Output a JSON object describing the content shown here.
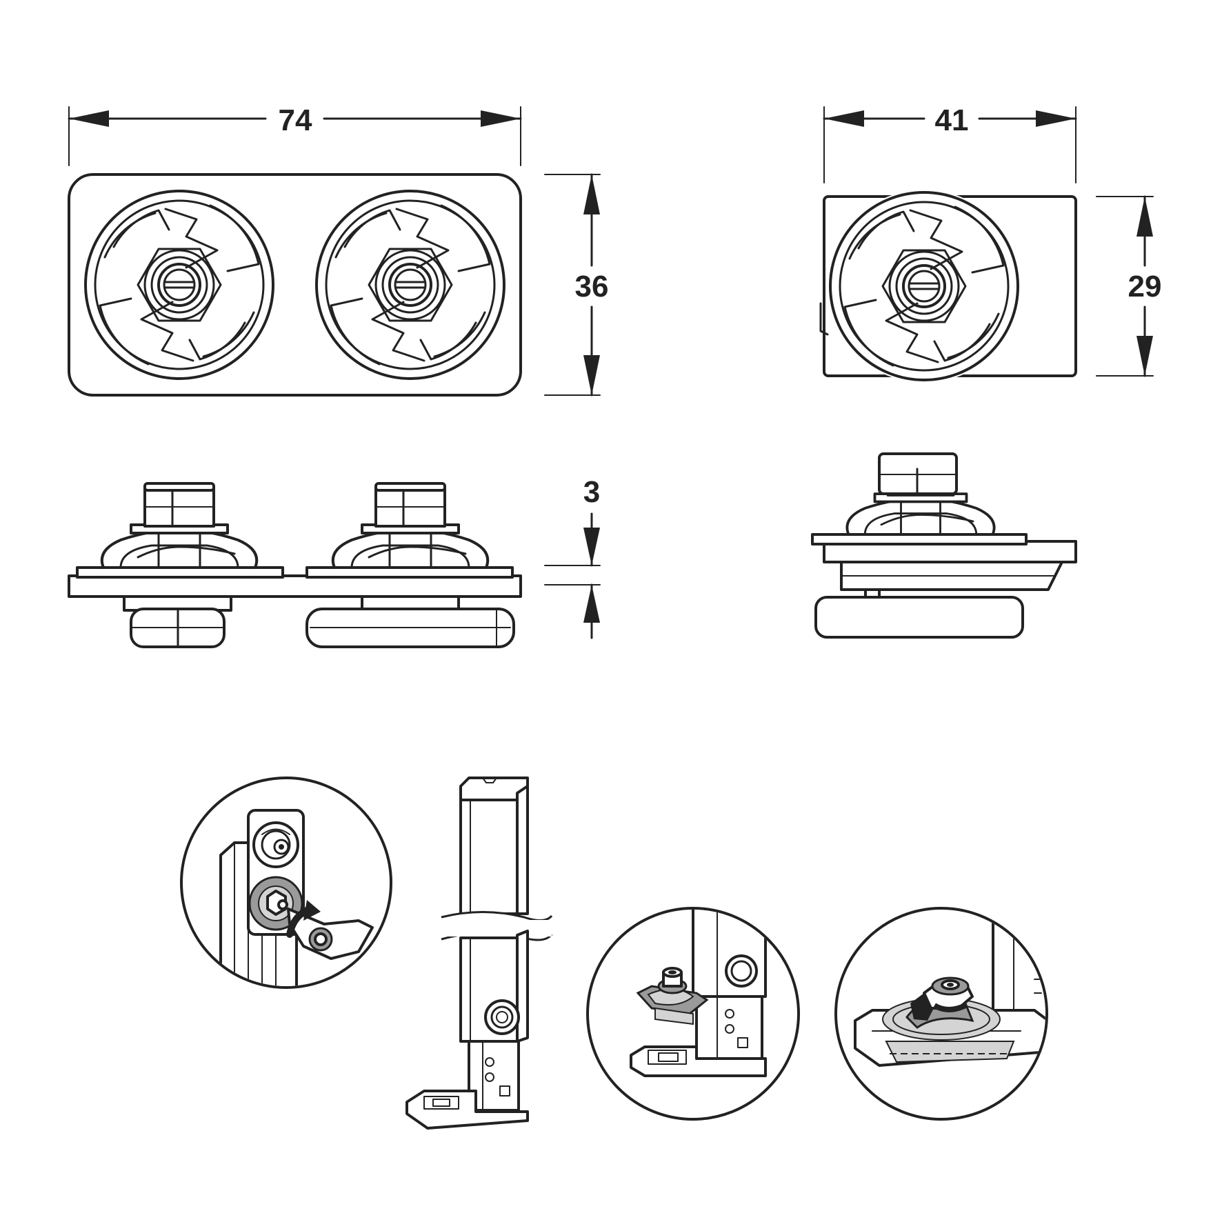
{
  "dimensions": {
    "double_width": "74",
    "double_height": "36",
    "thickness": "3",
    "single_width": "41",
    "single_height": "29"
  },
  "colors": {
    "line": "#222222",
    "background": "#ffffff",
    "shade": "#9a9a9a"
  }
}
